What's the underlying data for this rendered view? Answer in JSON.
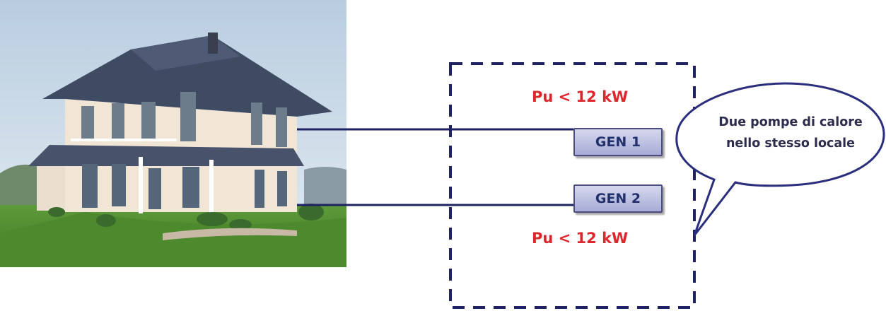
{
  "diagram": {
    "generators": [
      {
        "label": "GEN 1",
        "power_label": "Pu < 12 kW"
      },
      {
        "label": "GEN 2",
        "power_label": "Pu < 12 kW"
      }
    ],
    "callout": {
      "line1": "Due pompe di calore",
      "line2": "nello stesso locale"
    }
  },
  "colors": {
    "power_label": "#e0262d",
    "dashed_box": "#1e2260",
    "connector": "#1e2260",
    "gen_border": "#4a4d7e",
    "callout_border": "#2a2e7c"
  },
  "icons": {
    "house": "house-photo"
  }
}
